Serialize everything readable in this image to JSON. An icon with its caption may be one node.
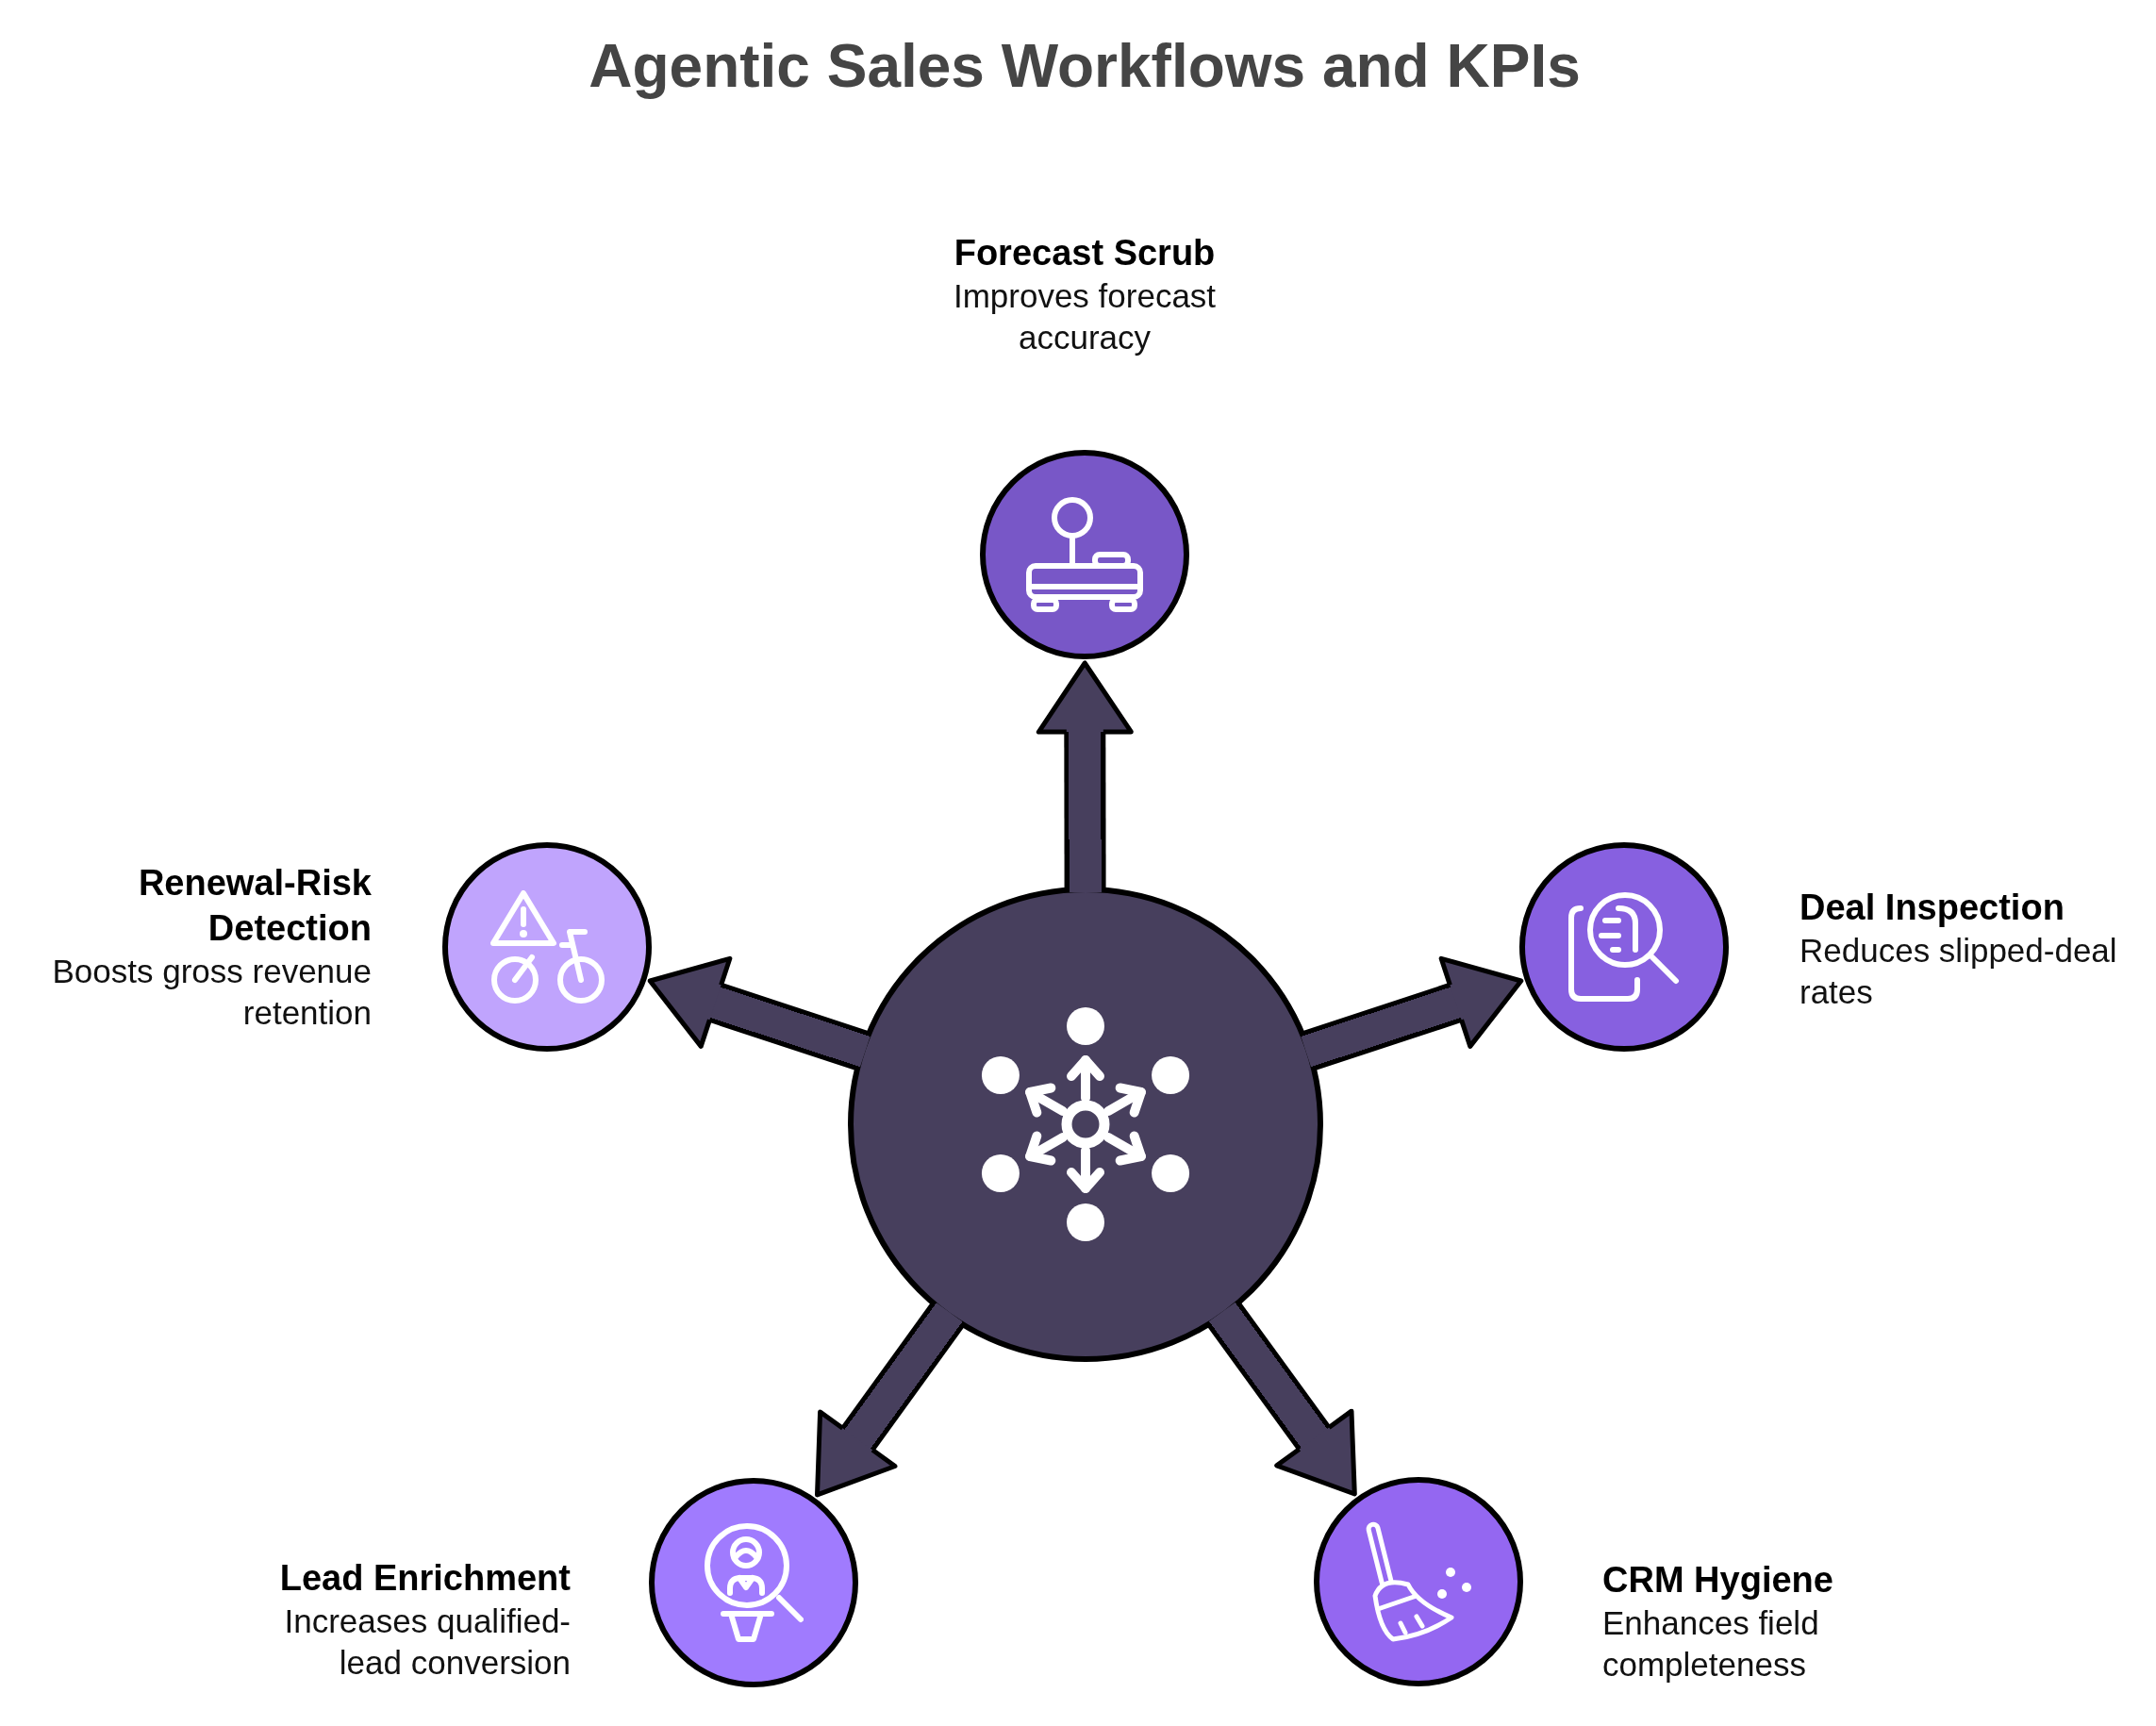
{
  "diagram": {
    "title": "Agentic Sales Workflows and KPIs",
    "nodes": [
      {
        "text": [
          "Forecast Scrub",
          "Improves forecast accuracy"
        ]
      },
      {
        "text": [
          "Renewal-Risk Detection",
          "Boosts gross revenue retention"
        ]
      },
      {
        "text": [
          "Deal Inspection",
          "Reduces slipped-deal rates"
        ]
      },
      {
        "text": [],
        "shape": "circle"
      },
      {
        "text": [
          "Lead Enrichment",
          "Increases qualified-lead conversion"
        ]
      },
      {
        "text": [
          "CRM Hygiene",
          "Enhances field completeness"
        ]
      }
    ],
    "edges": [
      {
        "from": 3,
        "to": 0,
        "arrow": "to"
      },
      {
        "from": 3,
        "to": 1,
        "arrow": "to"
      },
      {
        "from": 3,
        "to": 2,
        "arrow": "to"
      },
      {
        "from": 3,
        "to": 4,
        "arrow": "to"
      },
      {
        "from": 3,
        "to": 5,
        "arrow": "to"
      }
    ]
  }
}
